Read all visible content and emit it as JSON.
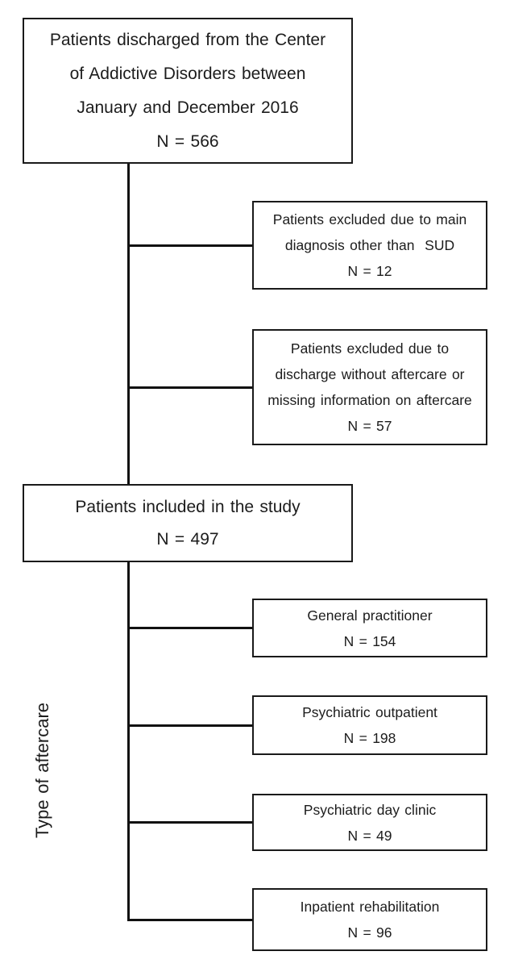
{
  "colors": {
    "background": "#ffffff",
    "box_border": "#1a1a1a",
    "connector": "#111111",
    "text": "#1c1c1c"
  },
  "flow": {
    "source": {
      "lines": [
        "Patients discharged from the Center",
        "of Addictive Disorders between",
        "January and December 2016"
      ],
      "n": "N = 566"
    },
    "exclusions": [
      {
        "lines": [
          "Patients excluded due to main",
          "diagnosis other than  SUD"
        ],
        "n": "N = 12"
      },
      {
        "lines": [
          "Patients excluded due to",
          "discharge without aftercare or",
          "missing information on aftercare"
        ],
        "n": "N = 57"
      }
    ],
    "included": {
      "lines": [
        "Patients included in the study"
      ],
      "n": "N = 497"
    },
    "aftercare_section_label": "Type of aftercare",
    "aftercare": [
      {
        "label": "General practitioner",
        "n": "N = 154"
      },
      {
        "label": "Psychiatric outpatient",
        "n": "N = 198"
      },
      {
        "label": "Psychiatric day clinic",
        "n": "N = 49"
      },
      {
        "label": "Inpatient rehabilitation",
        "n": "N = 96"
      }
    ]
  }
}
